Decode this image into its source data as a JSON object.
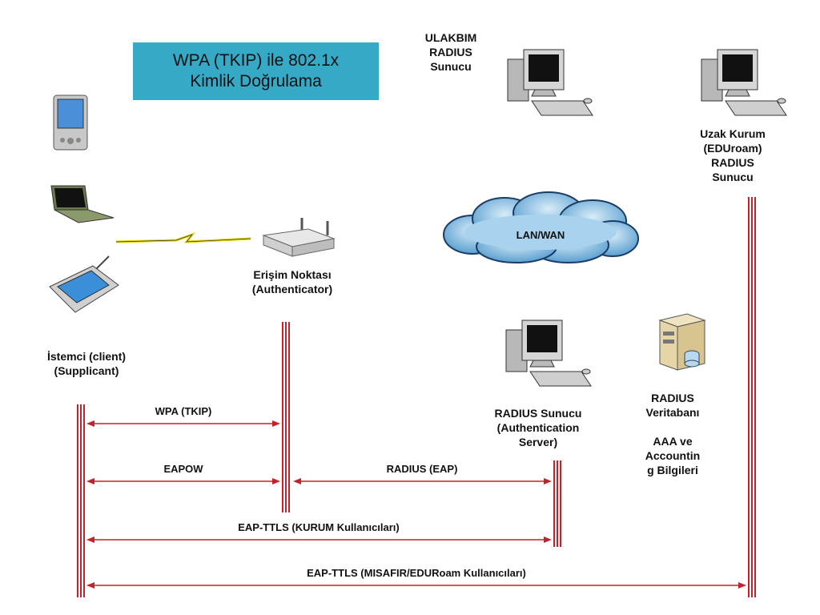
{
  "title": {
    "line1": "WPA (TKIP) ile 802.1x",
    "line2": "Kimlik Doğrulama"
  },
  "labels": {
    "ulakbim": [
      "ULAKBIM",
      "RADIUS",
      "Sunucu"
    ],
    "uzak_kurum": [
      "Uzak Kurum",
      "(EDUroam)",
      "RADIUS",
      "Sunucu"
    ],
    "lan_wan": "LAN/WAN",
    "erisim_noktasi": [
      "Erişim Noktası",
      "(Authenticator)"
    ],
    "istemci": [
      "İstemci (client)",
      "(Supplicant)"
    ],
    "radius_sunucu": [
      "RADIUS Sunucu",
      "(Authentication",
      "Server)"
    ],
    "radius_veritabani": [
      "RADIUS",
      "Veritabanı"
    ],
    "aaa": [
      "AAA ve",
      "Accountin",
      "g Bilgileri"
    ]
  },
  "arrows": {
    "wpa": "WPA (TKIP)",
    "eapow": "EAPOW",
    "radius_eap": "RADIUS (EAP)",
    "eap_ttls_kurum": "EAP-TTLS (KURUM Kullanıcıları)",
    "eap_ttls_misafir": "EAP-TTLS (MISAFIR/EDURoam Kullanıcıları)"
  },
  "colors": {
    "title_bg": "#36a9c6",
    "line_red": "#c8202a",
    "cloud": "#7ab8e0"
  }
}
